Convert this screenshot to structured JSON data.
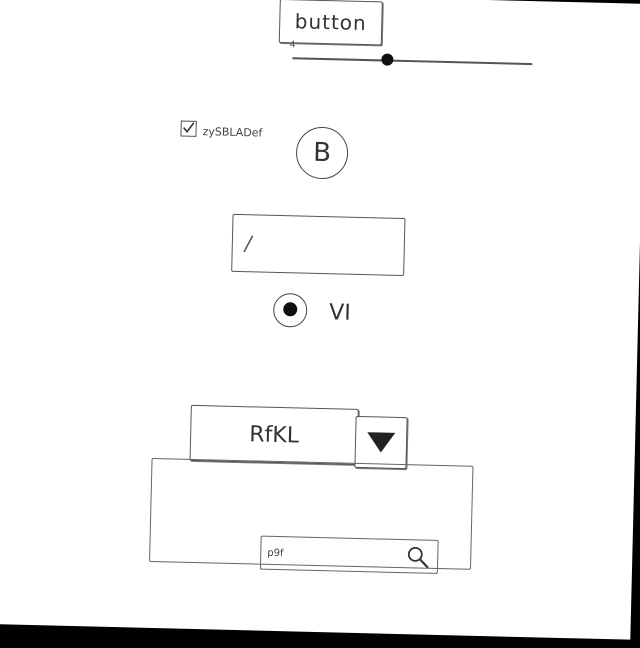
{
  "button": {
    "label": "button"
  },
  "slider": {
    "value": "4"
  },
  "checkbox": {
    "label": "zySBLADef",
    "checked": true
  },
  "circle_button": {
    "label": "B"
  },
  "text_input": {
    "value": "/"
  },
  "radio": {
    "label": "VI",
    "selected": true
  },
  "select": {
    "value": "RfKL"
  },
  "search": {
    "value": "p9f"
  },
  "icons": [
    "check-icon",
    "triangle-down-icon",
    "search-icon"
  ]
}
